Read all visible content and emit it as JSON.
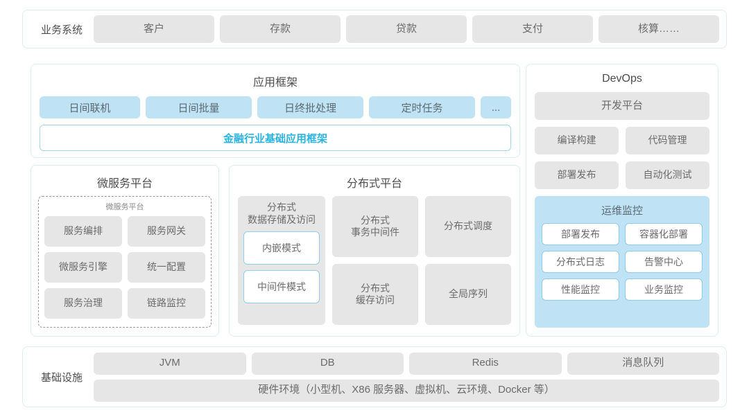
{
  "business_row": {
    "label": "业务系统",
    "items": [
      "客户",
      "存款",
      "贷款",
      "支付",
      "核算……"
    ]
  },
  "app_framework": {
    "title": "应用框架",
    "chips": [
      "日间联机",
      "日间批量",
      "日终批处理",
      "定时任务",
      "..."
    ],
    "base_platform": "金融行业基础应用框架"
  },
  "microservice": {
    "title": "微服务平台",
    "inner_title": "微服务平台",
    "items": [
      "服务编排",
      "服务网关",
      "微服务引擎",
      "统一配置",
      "服务治理",
      "链路监控"
    ]
  },
  "distributed": {
    "title": "分布式平台",
    "storage": {
      "title": "分布式\n数据存储及访问",
      "title_line1": "分布式",
      "title_line2": "数据存储及访问",
      "modes": [
        "内嵌模式",
        "中间件模式"
      ]
    },
    "cells": [
      {
        "line1": "分布式",
        "line2": "事务中间件"
      },
      {
        "line1": "分布式调度",
        "line2": ""
      },
      {
        "line1": "分布式",
        "line2": "缓存访问"
      },
      {
        "line1": "全局序列",
        "line2": ""
      }
    ]
  },
  "devops": {
    "title": "DevOps",
    "platform": "开发平台",
    "items": [
      "编译构建",
      "代码管理",
      "部署发布",
      "自动化测试"
    ],
    "monitor": {
      "title": "运维监控",
      "items": [
        "部署发布",
        "容器化部署",
        "分布式日志",
        "告警中心",
        "性能监控",
        "业务监控"
      ]
    }
  },
  "infrastructure": {
    "label": "基础设施",
    "items": [
      "JVM",
      "DB",
      "Redis",
      "消息队列"
    ],
    "hardware": "硬件环境（小型机、X86 服务器、虚拟机、云环境、Docker 等）"
  },
  "colors": {
    "panel_border": "#dceef3",
    "chip_gray": "#e6e6e6",
    "chip_blue": "#bfe2f5",
    "accent_cyan": "#2bb3e0",
    "blue_border": "#8fcdec",
    "text_gray": "#6b6b6b"
  }
}
